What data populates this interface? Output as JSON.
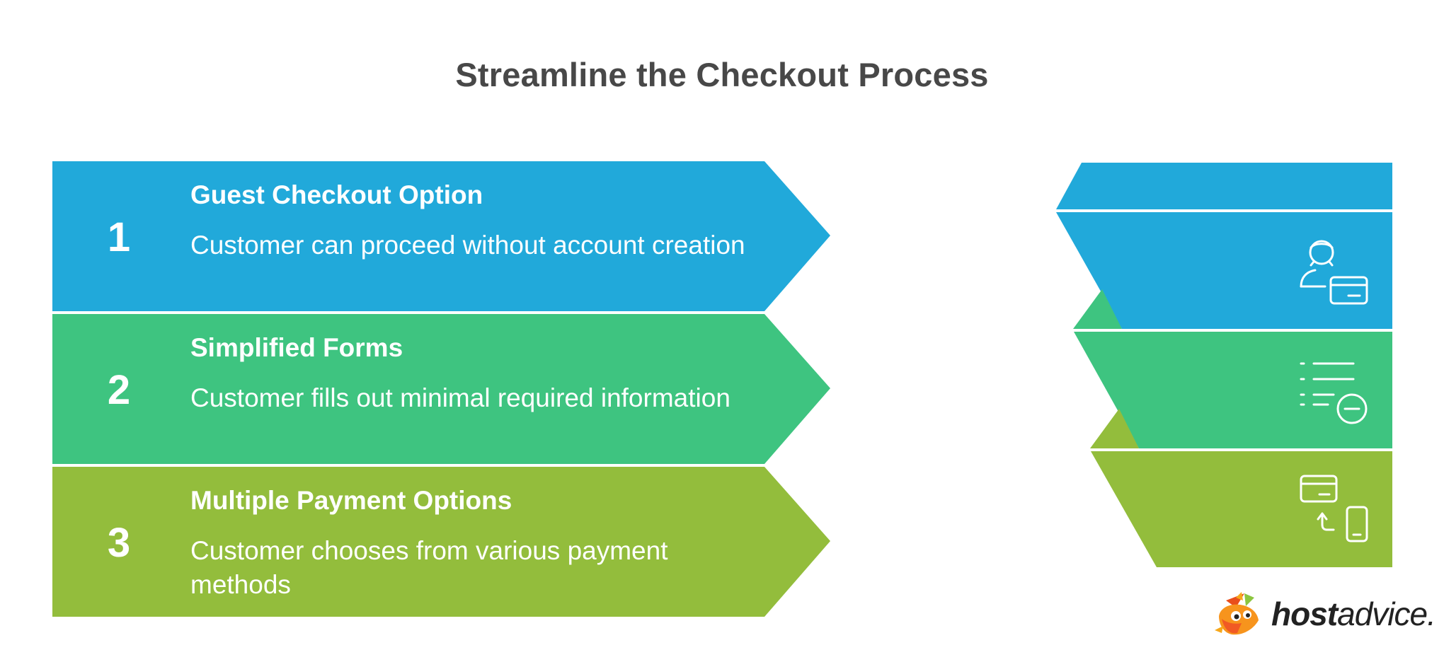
{
  "title": "Streamline the Checkout Process",
  "colors": {
    "step1": "#21a9da",
    "step2": "#3ec480",
    "step3": "#93bd3c",
    "title": "#484848"
  },
  "steps": [
    {
      "number": "1",
      "title": "Guest Checkout Option",
      "description": "Customer can proceed without account creation",
      "icon": "user-card-icon"
    },
    {
      "number": "2",
      "title": "Simplified Forms",
      "description": "Customer fills out minimal required information",
      "icon": "list-minus-icon"
    },
    {
      "number": "3",
      "title": "Multiple Payment Options",
      "description": "Customer chooses from various payment methods",
      "icon": "card-phone-icon"
    }
  ],
  "brand": {
    "name_bold": "host",
    "name_light": "advice.",
    "icon": "fox-mascot-icon"
  }
}
